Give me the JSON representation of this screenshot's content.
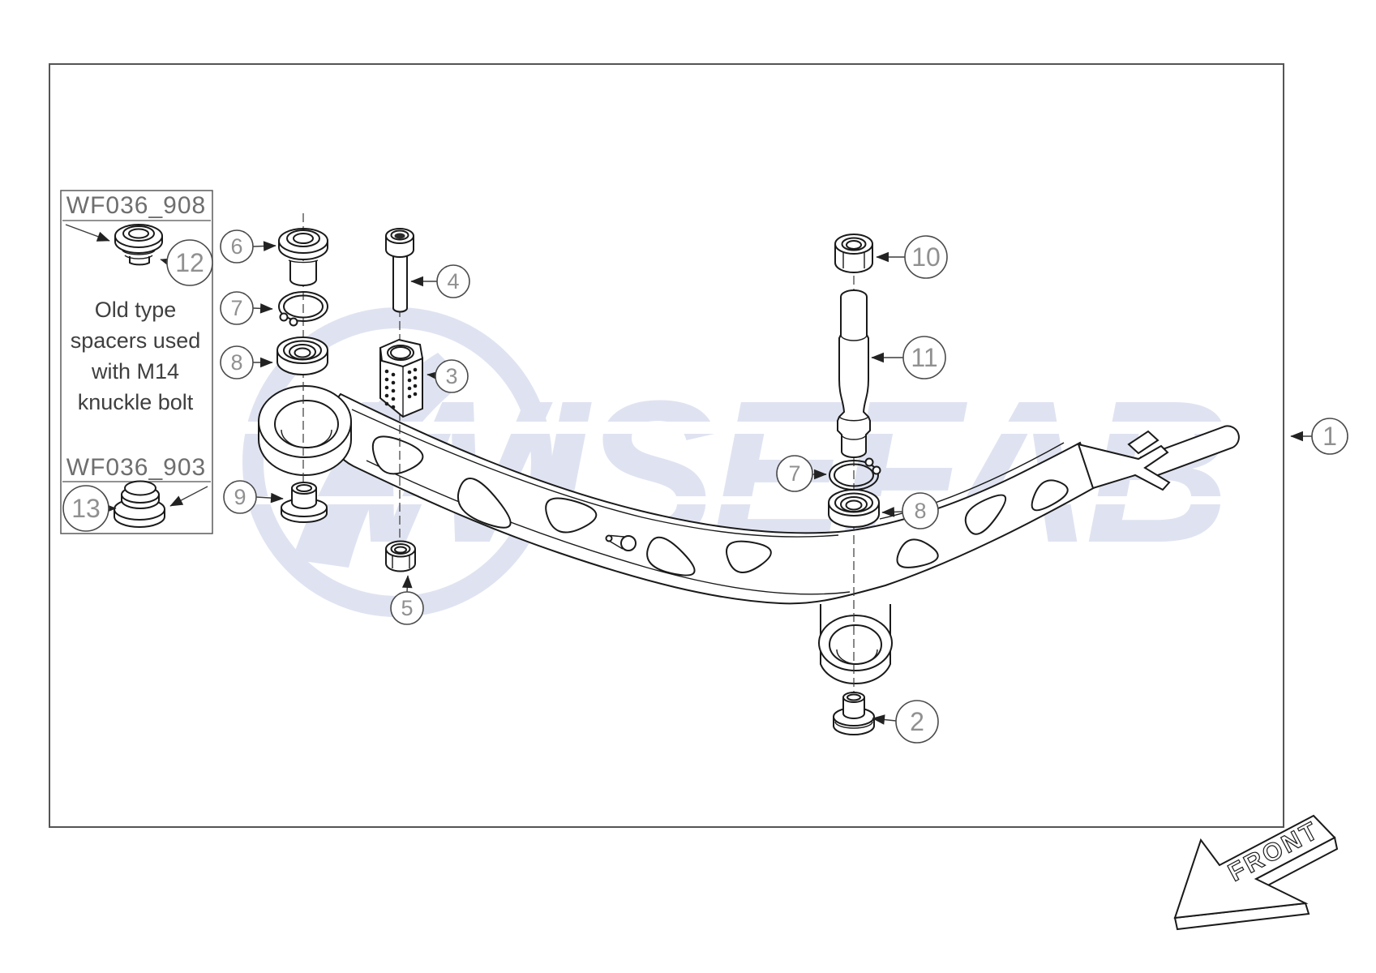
{
  "figure": {
    "watermark_text": "WISEFAB",
    "front_label": "FRONT"
  },
  "info_box": {
    "part_label_top": "WF036_908",
    "part_label_bottom": "WF036_903",
    "note_lines": [
      "Old type",
      "spacers used",
      "with M14",
      "knuckle bolt"
    ]
  },
  "callouts": {
    "c1": {
      "label": "1"
    },
    "c2": {
      "label": "2"
    },
    "c3": {
      "label": "3"
    },
    "c4": {
      "label": "4"
    },
    "c5": {
      "label": "5"
    },
    "c6": {
      "label": "6"
    },
    "c7a": {
      "label": "7"
    },
    "c7b": {
      "label": "7"
    },
    "c8a": {
      "label": "8"
    },
    "c8b": {
      "label": "8"
    },
    "c9": {
      "label": "9"
    },
    "c10": {
      "label": "10"
    },
    "c11": {
      "label": "11"
    },
    "c12": {
      "label": "12"
    },
    "c13": {
      "label": "13"
    }
  },
  "colors": {
    "line": "#1a1a1a",
    "watermark": "#dfe3f1",
    "callout_text": "#909090",
    "label_text": "#6e6e6e",
    "note_text": "#3f3f3f",
    "border": "#555555"
  }
}
